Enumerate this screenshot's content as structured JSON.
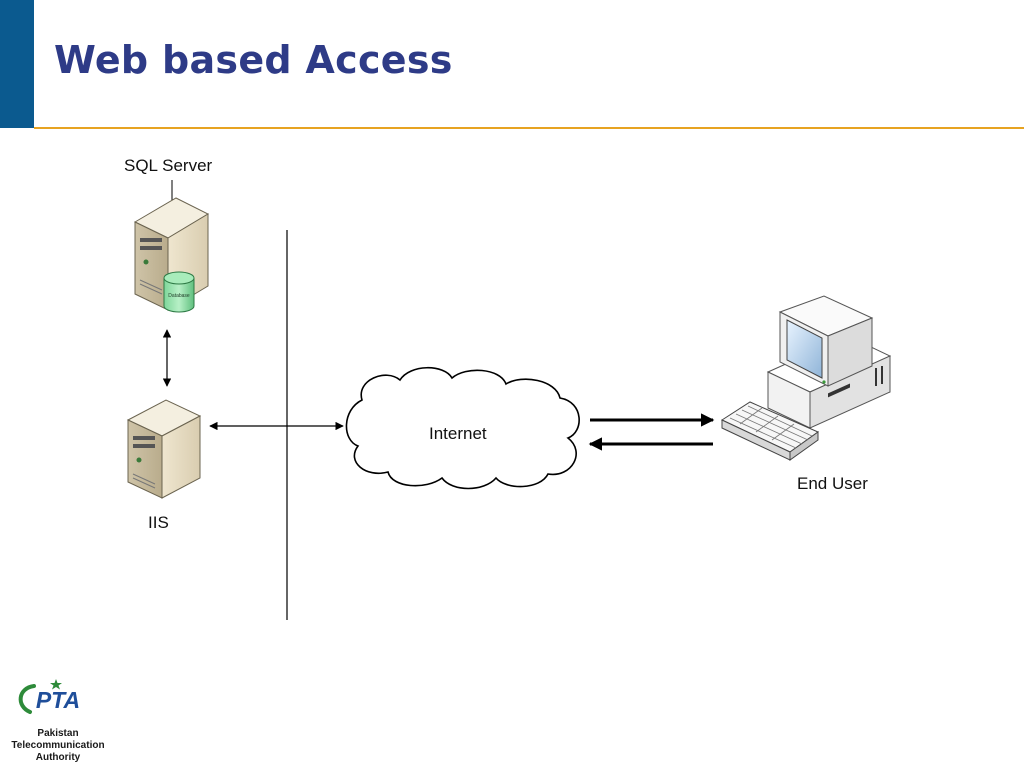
{
  "slide": {
    "title": "Web based Access"
  },
  "diagram": {
    "sql_server_label": "SQL Server",
    "database_label": "Database",
    "iis_label": "IIS",
    "internet_label": "Internet",
    "end_user_label": "End User"
  },
  "logo": {
    "mark_text": "PTA",
    "line1": "Pakistan",
    "line2": "Telecommunication",
    "line3": "Authority"
  },
  "colors": {
    "title": "#2e3b87",
    "accent_bar": "#0b5a8f",
    "rule": "#e7a321",
    "logo_green": "#2e8b3a",
    "logo_blue": "#1f4e9a"
  }
}
